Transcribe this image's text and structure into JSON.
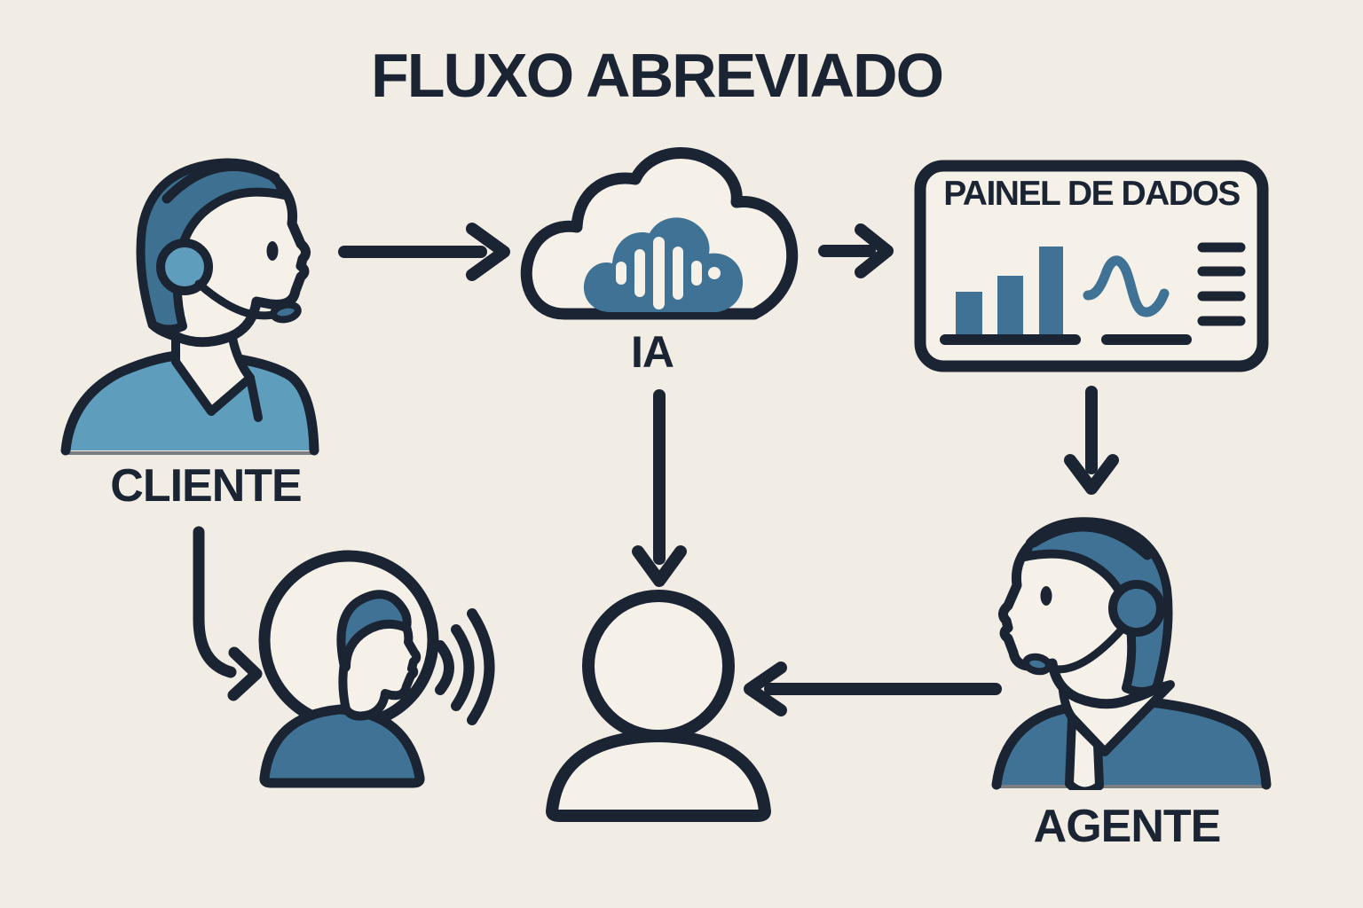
{
  "title": "FLUXO ABREVIADO",
  "palette": {
    "background": "#f2ede4",
    "outline_navy": "#1a2433",
    "primary_blue": "#3f7294",
    "light_blue": "#5f9dbd",
    "surface_cream": "#f6f1e8"
  },
  "nodes": {
    "cliente": {
      "label": "CLIENTE",
      "icon": "customer-headset-profile-icon"
    },
    "ia": {
      "label": "IA",
      "icon": "ai-voice-cloud-icon"
    },
    "painel": {
      "label": "PAINEL DE DADOS",
      "icon": "dashboard-panel-icon",
      "widgets": [
        "bar-chart-icon",
        "trend-line-icon",
        "list-lines-icon"
      ]
    },
    "agente": {
      "label": "AGENTE",
      "icon": "agent-headset-profile-icon"
    },
    "pessoa": {
      "icon": "person-silhouette-icon"
    },
    "ouvinte": {
      "icon": "listening-person-voice-icon"
    }
  },
  "flows": [
    {
      "from": "cliente",
      "to": "ia",
      "style": "straight-right"
    },
    {
      "from": "ia",
      "to": "painel",
      "style": "straight-right"
    },
    {
      "from": "painel",
      "to": "agente",
      "style": "straight-down"
    },
    {
      "from": "ia",
      "to": "pessoa",
      "style": "straight-down"
    },
    {
      "from": "agente",
      "to": "pessoa",
      "style": "straight-left"
    },
    {
      "from": "cliente",
      "to": "ouvinte",
      "style": "curved-down-right"
    }
  ]
}
